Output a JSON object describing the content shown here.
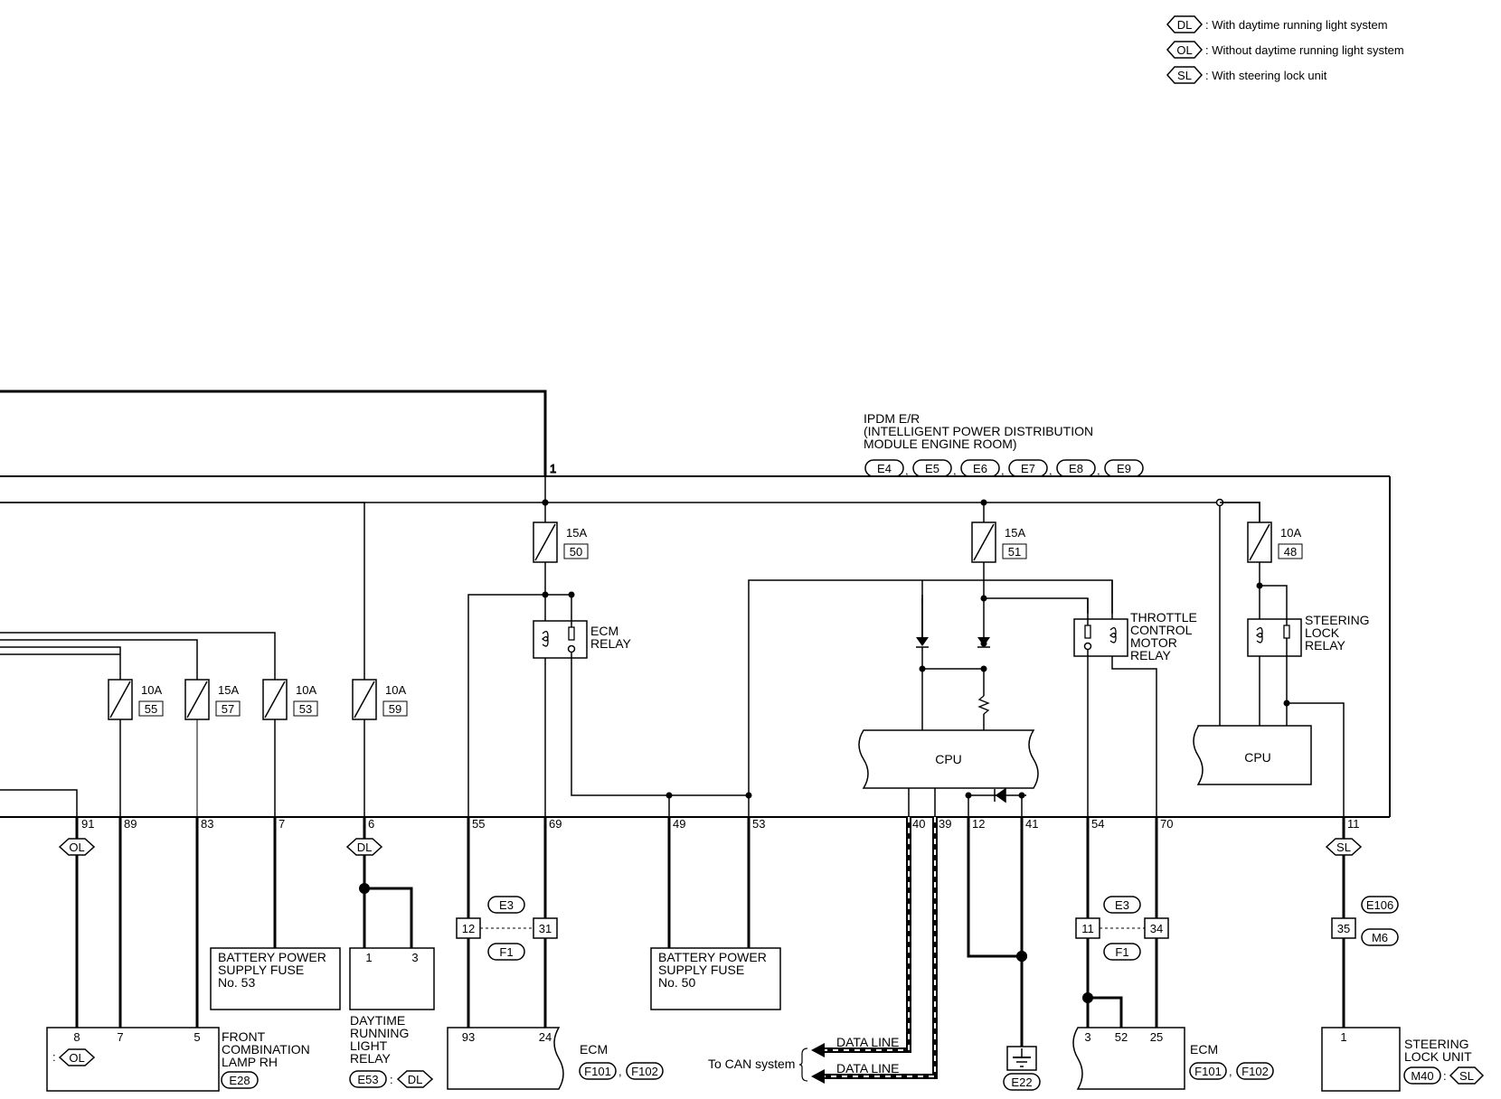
{
  "legend": {
    "dl_tag": "DL",
    "dl_text": ": With daytime running light system",
    "ol_tag": "OL",
    "ol_text": ": Without daytime running light system",
    "sl_tag": "SL",
    "sl_text": ": With steering lock unit"
  },
  "ipdm": {
    "title1": "IPDM E/R",
    "title2": "(INTELLIGENT POWER DISTRIBUTION",
    "title3": " MODULE ENGINE ROOM)",
    "connectors": [
      "E4",
      "E5",
      "E6",
      "E7",
      "E8",
      "E9"
    ],
    "pin_top": "1",
    "cpu1": "CPU",
    "cpu2": "CPU"
  },
  "fuses": {
    "f55": {
      "amp": "10A",
      "num": "55"
    },
    "f57": {
      "amp": "15A",
      "num": "57"
    },
    "f53": {
      "amp": "10A",
      "num": "53"
    },
    "f59": {
      "amp": "10A",
      "num": "59"
    },
    "f50": {
      "amp": "15A",
      "num": "50"
    },
    "f51": {
      "amp": "15A",
      "num": "51"
    },
    "f48": {
      "amp": "10A",
      "num": "48"
    }
  },
  "relays": {
    "ecm1": "ECM",
    "ecm2": "RELAY",
    "thr1": "THROTTLE",
    "thr2": "CONTROL",
    "thr3": "MOTOR",
    "thr4": "RELAY",
    "stl1": "STEERING",
    "stl2": "LOCK",
    "stl3": "RELAY"
  },
  "pins": {
    "p91": "91",
    "p89": "89",
    "p83": "83",
    "p7": "7",
    "p6": "6",
    "p55": "55",
    "p69": "69",
    "p49": "49",
    "p53": "53",
    "p40": "40",
    "p39": "39",
    "p12": "12",
    "p41": "41",
    "p54": "54",
    "p70": "70",
    "p11": "11"
  },
  "tags": {
    "ol": "OL",
    "dl": "DL",
    "sl": "SL"
  },
  "junctions": {
    "j1": {
      "left": "12",
      "right": "31",
      "top": "E3",
      "bottom": "F1"
    },
    "j2": {
      "left": "11",
      "right": "34",
      "top": "E3",
      "bottom": "F1"
    },
    "j3": {
      "pin": "35",
      "top": "E106",
      "bottom": "M6"
    }
  },
  "components": {
    "bf53": {
      "l1": "BATTERY POWER",
      "l2": "SUPPLY FUSE",
      "l3": "No. 53"
    },
    "bf50": {
      "l1": "BATTERY POWER",
      "l2": "SUPPLY FUSE",
      "l3": "No. 50"
    },
    "drl": {
      "pin1": "1",
      "pin3": "3",
      "l1": "DAYTIME",
      "l2": "RUNNING",
      "l3": "LIGHT",
      "l4": "RELAY",
      "conn": "E53",
      "colon": ":",
      "tag": "DL"
    },
    "lamp": {
      "pin8": "8",
      "pin7": "7",
      "pin5": "5",
      "colon": ":",
      "tag": "OL",
      "l1": "FRONT",
      "l2": "COMBINATION",
      "l3": "LAMP RH",
      "conn": "E28"
    },
    "ecm_a": {
      "pin93": "93",
      "pin24": "24",
      "name": "ECM",
      "conn1": "F101",
      "conn2": "F102",
      "comma": ","
    },
    "ecm_b": {
      "pin3": "3",
      "pin52": "52",
      "pin25": "25",
      "name": "ECM",
      "conn1": "F101",
      "conn2": "F102",
      "comma": ","
    },
    "steer": {
      "pin1": "1",
      "l1": "STEERING",
      "l2": "LOCK UNIT",
      "conn": "M40",
      "colon": ":",
      "tag": "SL"
    },
    "ground": {
      "conn": "E22"
    }
  },
  "datalines": {
    "l1": "DATA LINE",
    "l2": "DATA LINE",
    "can": "To CAN system"
  }
}
